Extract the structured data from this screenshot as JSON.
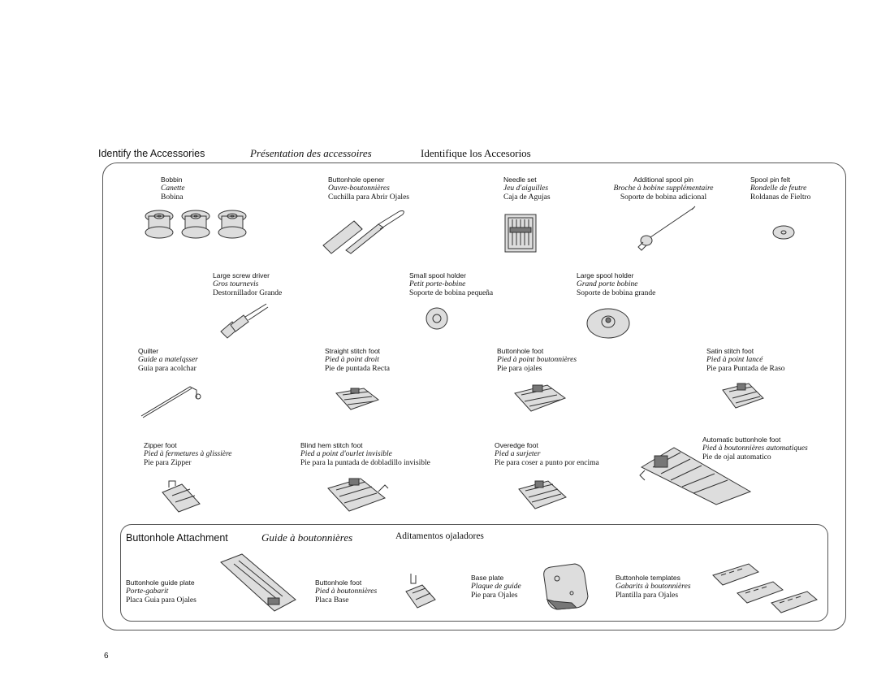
{
  "header": {
    "en": "Identify the Accessories",
    "fr": "Présentation des accessoires",
    "es": "Identifique los Accesorios"
  },
  "items": {
    "bobbin": {
      "en": "Bobbin",
      "fr": "Canette",
      "es": "Bobina"
    },
    "buttonhole_opener": {
      "en": "Buttonhole opener",
      "fr": "Ouvre-boutonnières",
      "es": "Cuchilla para Abrir Ojales"
    },
    "needle_set": {
      "en": "Needle set",
      "fr": "Jeu d'aiguilles",
      "es": "Caja de Agujas"
    },
    "additional_spool_pin": {
      "en": "Additional spool pin",
      "fr": "Broche à bobine supplémentaire",
      "es": "Soporte de bobina adicional"
    },
    "spool_pin_felt": {
      "en": "Spool pin felt",
      "fr": "Rondelle de feutre",
      "es": "Roldanas de Fieltro"
    },
    "large_screw_driver": {
      "en": "Large screw driver",
      "fr": "Gros tournevis",
      "es": "Destornillador Grande"
    },
    "small_spool_holder": {
      "en": "Small spool holder",
      "fr": "Petit porte-bobine",
      "es": "Soporte de bobina pequeña"
    },
    "large_spool_holder": {
      "en": "Large spool holder",
      "fr": "Grand porte bobine",
      "es": "Soporte de bobina grande"
    },
    "quilter": {
      "en": "Quilter",
      "fr": "Guide a matelqsser",
      "es": "Guia para acolchar"
    },
    "straight_stitch_foot": {
      "en": "Straight stitch foot",
      "fr": "Pied à point droit",
      "es": "Pie de puntada Recta"
    },
    "buttonhole_foot": {
      "en": "Buttonhole foot",
      "fr": "Pied à point boutonnières",
      "es": "Pie para ojales"
    },
    "satin_stitch_foot": {
      "en": "Satin stitch foot",
      "fr": "Pied à point lancé",
      "es": "Pie para Puntada de Raso"
    },
    "zipper_foot": {
      "en": "Zipper foot",
      "fr": "Pied à fermetures à glissière",
      "es": "Pie para Zipper"
    },
    "blind_hem_stitch_foot": {
      "en": "Blind hem stitch foot",
      "fr": "Pied a point d'ourlet invisible",
      "es": "Pie para la puntada de dobladillo invisible"
    },
    "overedge_foot": {
      "en": "Overedge foot",
      "fr": "Pied a surjeter",
      "es": "Pie para coser a punto por encima"
    },
    "automatic_buttonhole_foot": {
      "en": "Automatic buttonhole foot",
      "fr": "Pied à boutonnières automatiques",
      "es": "Pie de ojal automatico"
    }
  },
  "buttonhole_attachment": {
    "title_en": "Buttonhole Attachment",
    "title_fr": "Guide à boutonnières",
    "title_es": "Aditamentos ojaladores",
    "items": {
      "guide_plate": {
        "en": "Buttonhole guide plate",
        "fr": "Porte-gabarit",
        "es": "Placa Guia para Ojales"
      },
      "foot": {
        "en": "Buttonhole foot",
        "fr": "Pied à boutonnières",
        "es": "Placa Base"
      },
      "base_plate": {
        "en": "Base plate",
        "fr": "Plaque de guide",
        "es": "Pie para Ojales"
      },
      "templates": {
        "en": "Buttonhole templates",
        "fr": "Gabarits à boutonnières",
        "es": "Plantilla para Ojales"
      }
    }
  },
  "page_number": "6"
}
